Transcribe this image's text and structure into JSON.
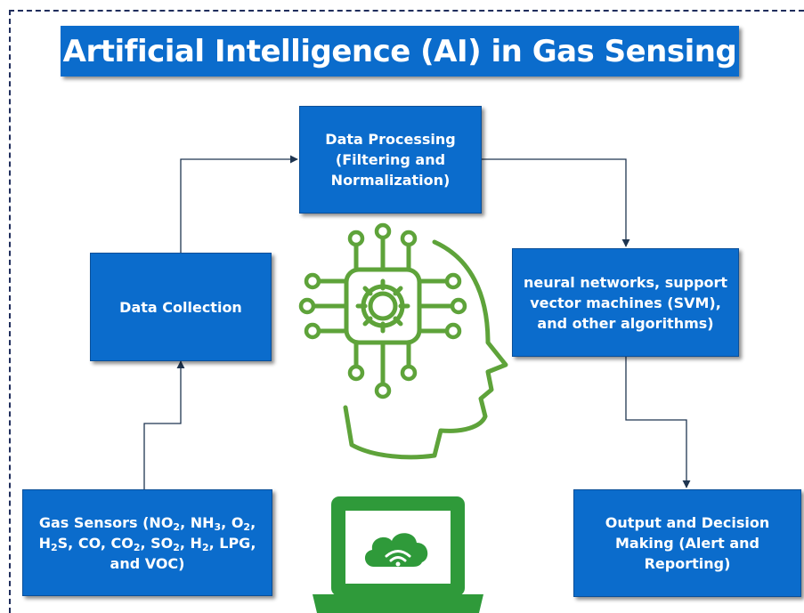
{
  "title": "Artificial Intelligence (AI) in Gas Sensing",
  "nodes": {
    "processing": {
      "lines": [
        "Data Processing",
        "(Filtering and",
        "Normalization)"
      ]
    },
    "collection": {
      "lines": [
        "Data Collection"
      ]
    },
    "algorithms": {
      "lines": [
        "neural networks, support",
        "vector machines (SVM),",
        "and other algorithms)"
      ]
    },
    "sensors": {
      "row1": [
        {
          "t": "Gas Sensors (NO"
        },
        {
          "sub": "2"
        },
        {
          "t": ", NH"
        },
        {
          "sub": "3"
        },
        {
          "t": ", O"
        },
        {
          "sub": "2"
        },
        {
          "t": ","
        }
      ],
      "row2": [
        {
          "t": "H"
        },
        {
          "sub": "2"
        },
        {
          "t": "S, CO, CO"
        },
        {
          "sub": "2"
        },
        {
          "t": ", SO"
        },
        {
          "sub": "2"
        },
        {
          "t": ", H"
        },
        {
          "sub": "2"
        },
        {
          "t": ", LPG,"
        }
      ],
      "row3": [
        {
          "t": "and VOC)"
        }
      ]
    },
    "output": {
      "lines": [
        "Output and Decision",
        "Making (Alert and",
        "Reporting)"
      ]
    }
  },
  "colors": {
    "box_fill": "#0b6ccc",
    "arrow": "#1f3550",
    "icon_green": "#5ea33a",
    "laptop_green": "#2f9a3a",
    "frame": "#1f2d5c"
  },
  "icons": [
    "ai-head-circuit-icon",
    "laptop-cloud-wifi-icon"
  ]
}
